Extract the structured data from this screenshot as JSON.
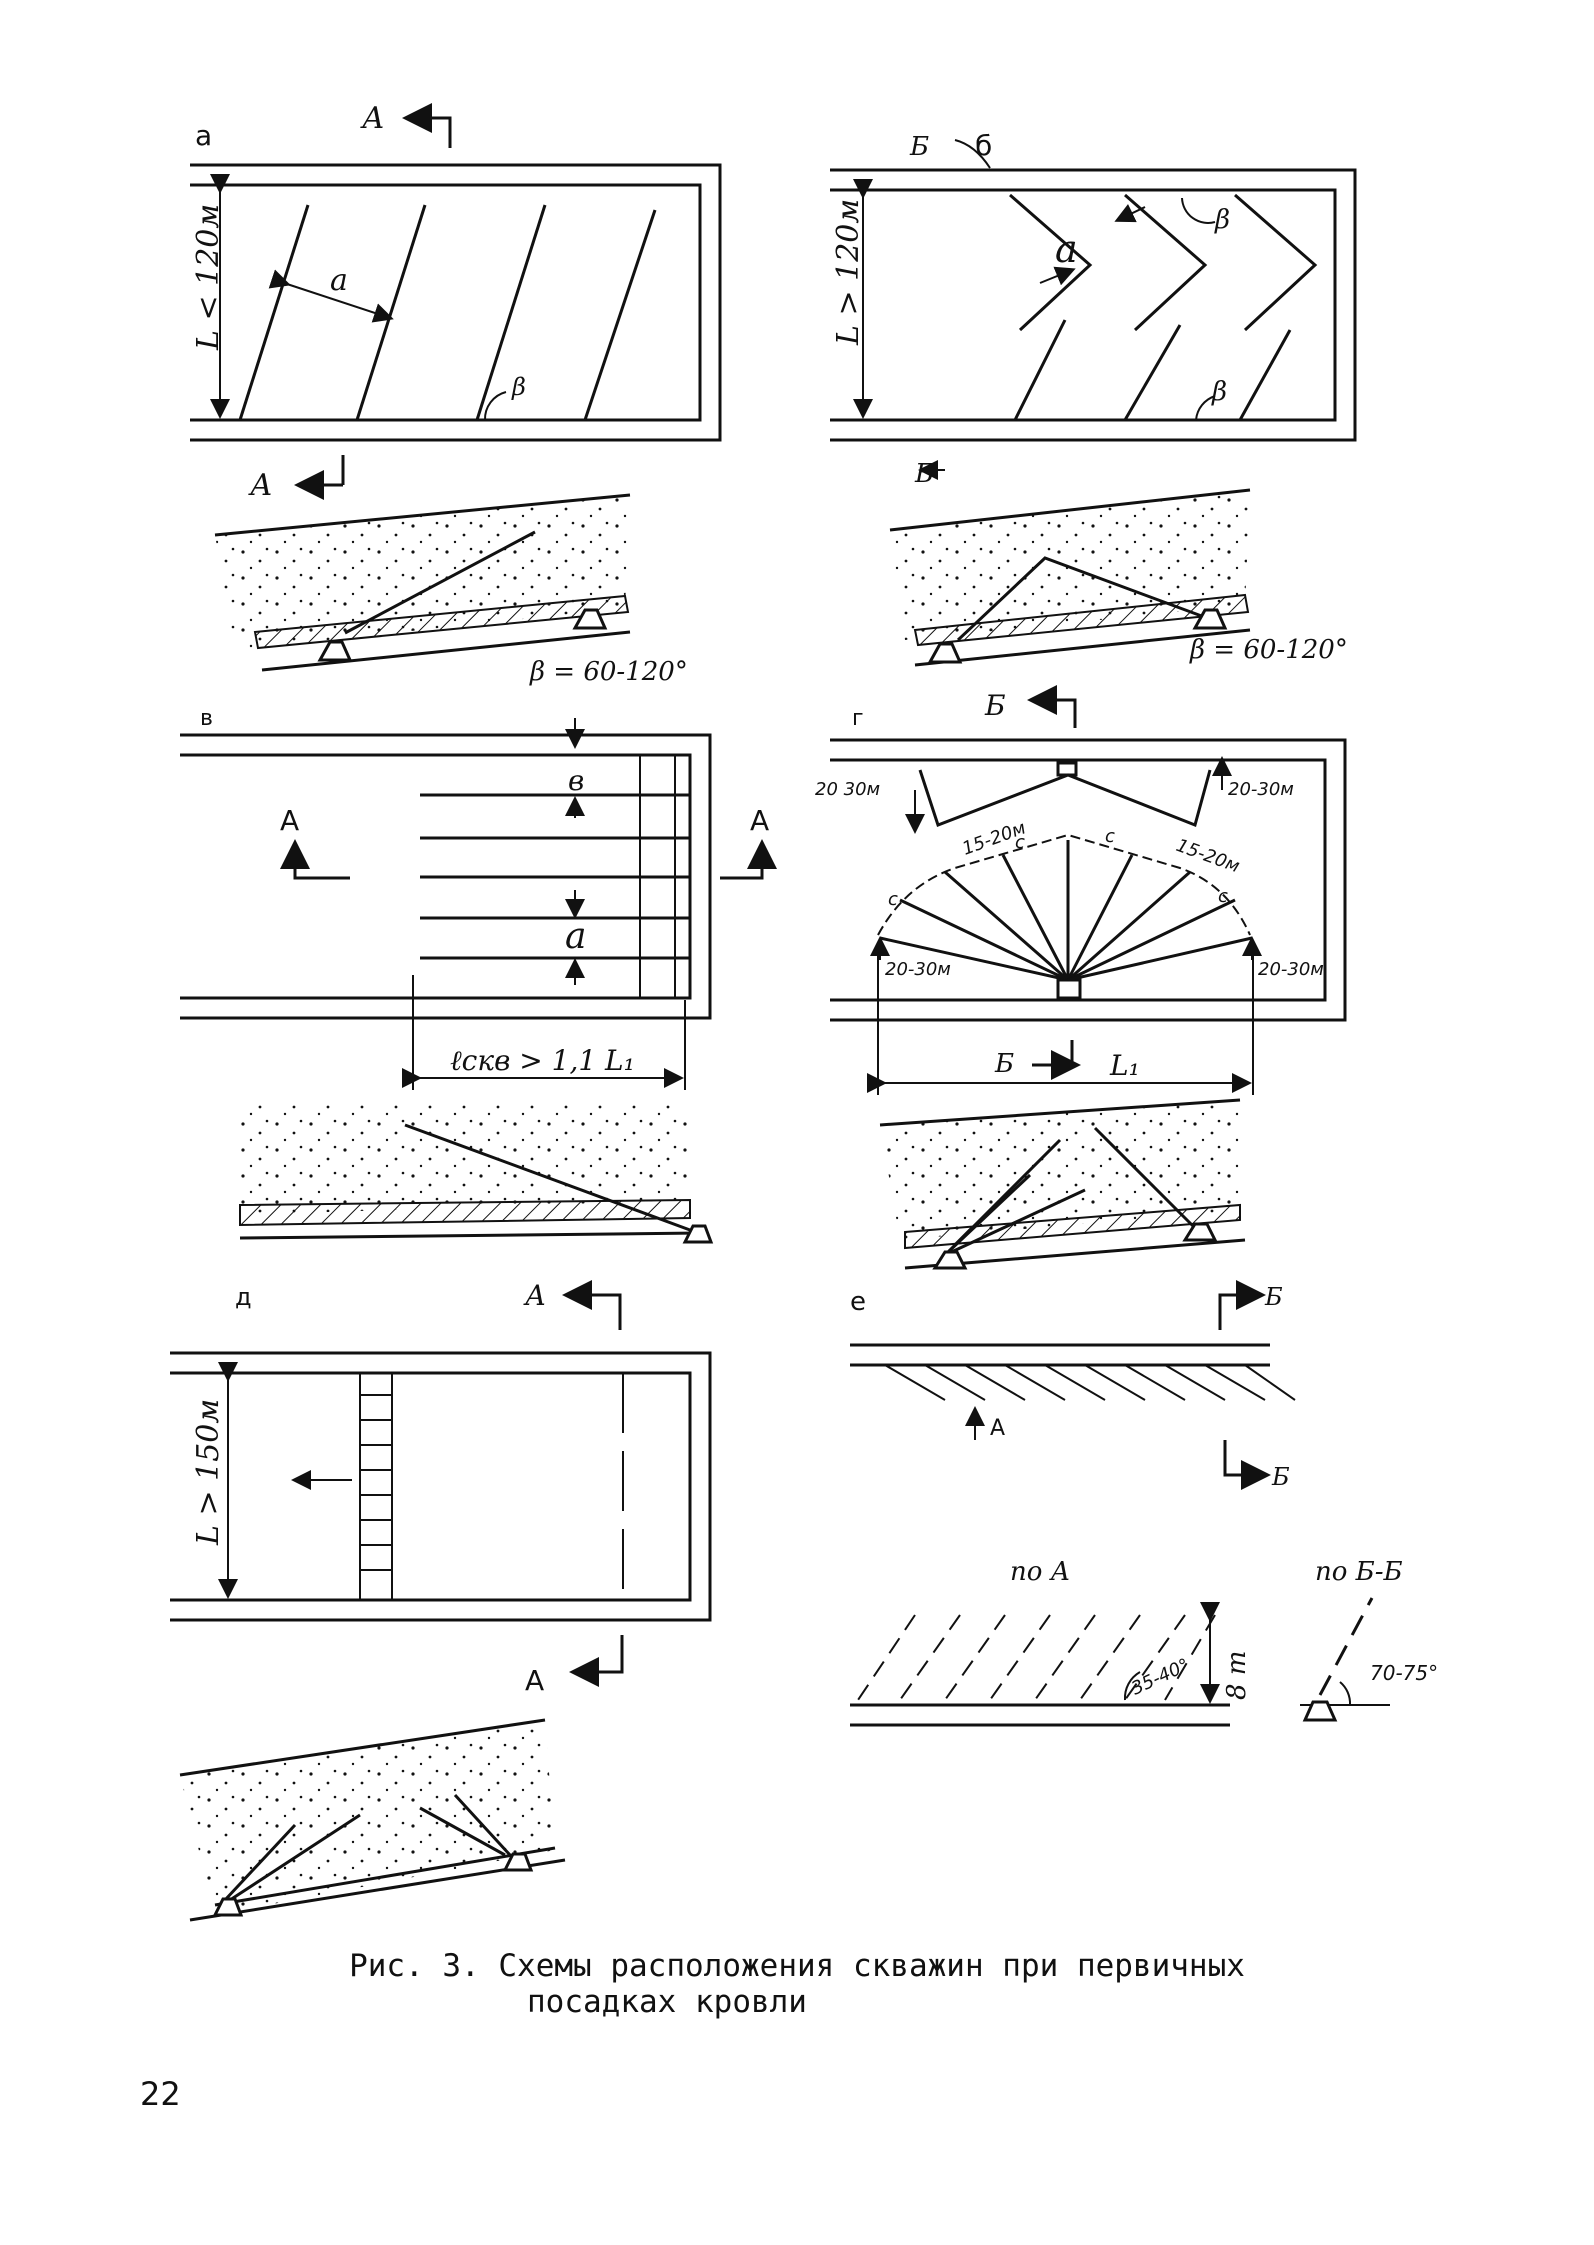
{
  "panels": {
    "a": {
      "letter": "а",
      "section_top": "А",
      "section_bottom": "А",
      "length": "L < 120м",
      "spacing": "а",
      "angle": "β",
      "angle_range": "β = 60-120°"
    },
    "b": {
      "letter": "б",
      "section_top": "Б",
      "section_bottom": "Б",
      "length": "L > 120м",
      "spacing": "а",
      "angle_top": "β",
      "angle_bottom": "β",
      "angle_range": "β = 60-120°"
    },
    "v": {
      "letter": "в",
      "section_left": "А",
      "section_right": "А",
      "spacing_b": "в",
      "spacing_a": "а",
      "length_formula": "ℓскв > 1,1 L₁"
    },
    "g": {
      "letter": "г",
      "section_top": "Б",
      "section_bottom": "Б",
      "dim_left_top": "20 30м",
      "dim_right_top": "20-30м",
      "dim_mid_left": "15-20м",
      "dim_mid_right": "15-20м",
      "dim_left_bottom": "20-30м",
      "dim_right_bottom": "20-30м",
      "c_label": "с",
      "length": "L₁"
    },
    "d": {
      "letter": "д",
      "section_top": "А",
      "section_bottom": "А",
      "length": "L > 150м"
    },
    "e": {
      "letter": "е",
      "section_top": "Б",
      "section_bottom": "Б",
      "arrow_label": "А",
      "view_a": "по А",
      "view_b": "по Б-Б",
      "angle_a": "35-40°",
      "height": "8 m",
      "angle_b": "70-75°"
    }
  },
  "caption": {
    "line1": "Рис. 3. Схемы расположения скважин при первичных",
    "line2": "посадках кровли"
  },
  "page_number": "22"
}
